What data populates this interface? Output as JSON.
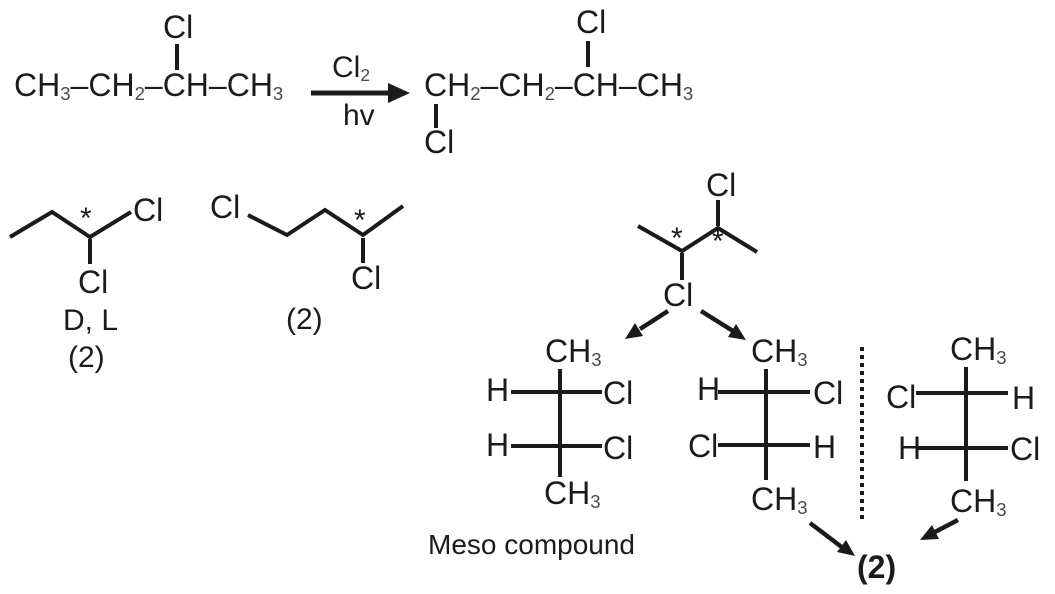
{
  "colors": {
    "background": "#ffffff",
    "ink": "#1b1b1b",
    "subscript": "#4a4a4a"
  },
  "reaction": {
    "reactant": {
      "cl_top": "Cl",
      "formula": [
        [
          "t",
          "CH"
        ],
        [
          "s",
          "3"
        ],
        [
          "t",
          "–CH"
        ],
        [
          "s",
          "2"
        ],
        [
          "t",
          "–CH–CH"
        ],
        [
          "s",
          "3"
        ]
      ]
    },
    "arrow": {
      "reagent": [
        [
          "t",
          "Cl"
        ],
        [
          "s",
          "2"
        ]
      ],
      "condition": "hv"
    },
    "product": {
      "cl_top": "Cl",
      "cl_bottom": "Cl",
      "formula": [
        [
          "t",
          "CH"
        ],
        [
          "s",
          "2"
        ],
        [
          "t",
          "–CH"
        ],
        [
          "s",
          "2"
        ],
        [
          "t",
          "–CH–CH"
        ],
        [
          "s",
          "3"
        ]
      ]
    }
  },
  "skeletal_left": {
    "star": "*",
    "cl_upper": "Cl",
    "cl_lower": "Cl",
    "isomer_label": "D, L",
    "count": "(2)"
  },
  "skeletal_mid": {
    "cl_left": "Cl",
    "star": "*",
    "cl_lower": "Cl",
    "count": "(2)"
  },
  "skeletal_right": {
    "cl_top": "Cl",
    "star_left": "*",
    "star_right": "*",
    "cl_bottom": "Cl"
  },
  "fischer_meso": {
    "top": [
      [
        "t",
        "CH"
      ],
      [
        "s",
        "3"
      ]
    ],
    "row1_left": "H",
    "row1_right": "Cl",
    "row2_left": "H",
    "row2_right": "Cl",
    "bottom": [
      [
        "t",
        "CH"
      ],
      [
        "s",
        "3"
      ]
    ]
  },
  "fischer_mid": {
    "top": [
      [
        "t",
        "CH"
      ],
      [
        "s",
        "3"
      ]
    ],
    "row1_left": "H",
    "row1_right": "Cl",
    "row2_left": "Cl",
    "row2_right": "H",
    "bottom": [
      [
        "t",
        "CH"
      ],
      [
        "s",
        "3"
      ]
    ]
  },
  "fischer_right": {
    "top": [
      [
        "t",
        "CH"
      ],
      [
        "s",
        "3"
      ]
    ],
    "row1_left": "Cl",
    "row1_right": "H",
    "row2_left": "H",
    "row2_right": "Cl",
    "bottom": [
      [
        "t",
        "CH"
      ],
      [
        "s",
        "3"
      ]
    ]
  },
  "captions": {
    "meso": "Meso compound",
    "enantiomer_count": "(2)"
  }
}
